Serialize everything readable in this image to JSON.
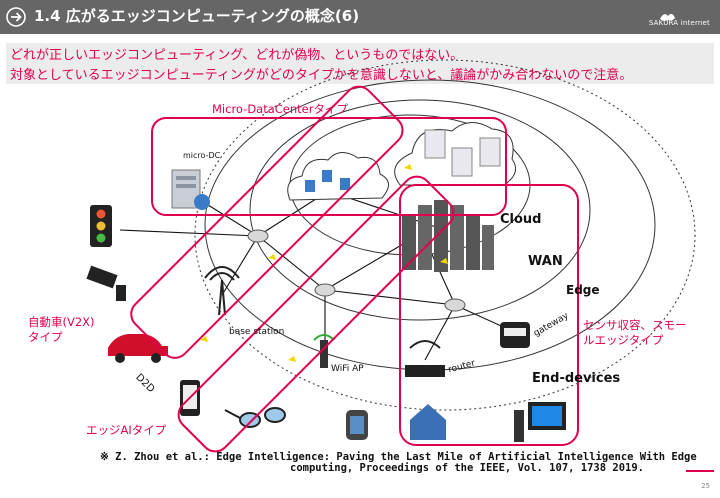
{
  "header": {
    "title": "1.4 広がるエッジコンピューティングの概念(6)",
    "logo_text": "SAKURA internet"
  },
  "notes": [
    "どれが正しいエッジコンピューティング、どれが偽物、というものではない。",
    "対象としているエッジコンピューティングがどのタイプかを意識しないと、議論がかみ合わないので注意。"
  ],
  "labels": {
    "micro_dc_type": "Micro-DataCenterタイプ",
    "micro_dc": "micro-DC",
    "cloud": "Cloud",
    "wan": "WAN",
    "edge": "Edge",
    "end_devices": "End-devices",
    "base_station": "base station",
    "wifi_ap": "WiFi AP",
    "router": "router",
    "gateway": "gateway",
    "d2d": "D2D",
    "v2x_line1": "自動車(V2X)",
    "v2x_line2": "タイプ",
    "edge_ai": "エッジAIタイプ",
    "sensor_line1": "センサ収容、スモー",
    "sensor_line2": "ルエッジタイプ"
  },
  "citation": {
    "line1": "※ Z. Zhou et al.: Edge Intelligence: Paving the Last Mile of Artificial Intelligence With Edge",
    "line2": "computing, Proceedings of the IEEE, Vol. 107, 1738 2019."
  },
  "page_number": "25",
  "colors": {
    "accent": "#e0004f",
    "header_bg": "#666666"
  }
}
